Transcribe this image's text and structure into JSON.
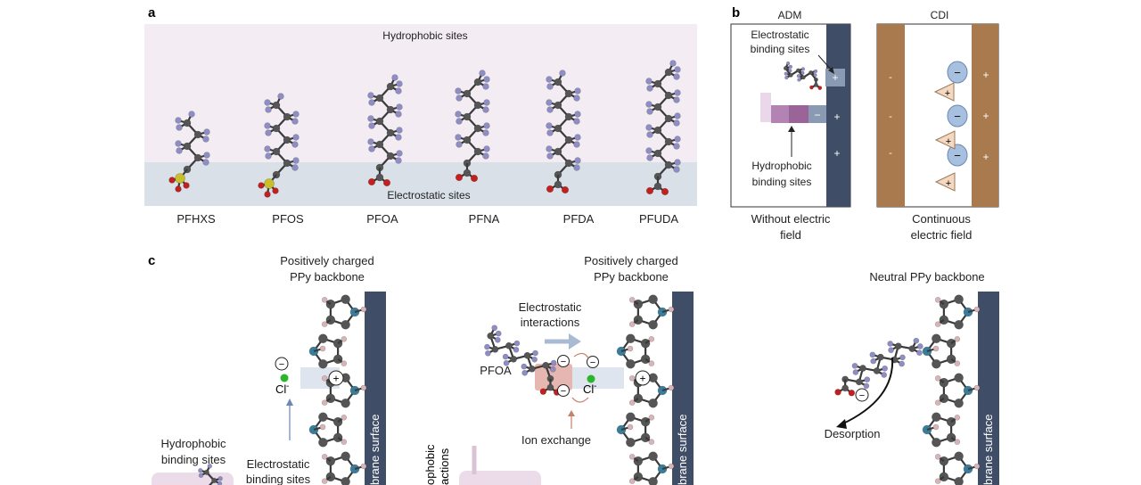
{
  "panel_a": {
    "letter": "a",
    "hydrophobic_label": "Hydrophobic sites",
    "electrostatic_label": "Electrostatic sites",
    "molecules": [
      "PFHXS",
      "PFOS",
      "PFOA",
      "PFNA",
      "PFDA",
      "PFUDA"
    ]
  },
  "panel_b": {
    "letter": "b",
    "adm_title": "ADM",
    "cdi_title": "CDI",
    "electrostatic_binding_label": [
      "Electrostatic",
      "binding sites"
    ],
    "hydrophobic_binding_label": [
      "Hydrophobic",
      "binding sites"
    ],
    "adm_caption": [
      "Without electric",
      "field"
    ],
    "cdi_caption": [
      "Continuous",
      "electric field"
    ],
    "plus": "+",
    "minus": "−",
    "dash": "-"
  },
  "panel_c": {
    "letter": "c",
    "left": {
      "backbone_label": [
        "Positively charged",
        "PPy backbone"
      ],
      "membrane_label": "brane surface",
      "chloride": "Cl",
      "hydrophobic_label": [
        "Hydrophobic",
        "binding sites"
      ],
      "electrostatic_label": [
        "Electrostatic",
        "binding sites"
      ]
    },
    "middle": {
      "backbone_label": [
        "Positively charged",
        "PPy backbone"
      ],
      "electrostatic_interactions": [
        "Electrostatic",
        "interactions"
      ],
      "pfoa": "PFOA",
      "chloride": "Cl",
      "ion_exchange": "Ion exchange",
      "membrane_label": "brane surface",
      "hydrophobic_partial": [
        "ophobic",
        "actions"
      ]
    },
    "right": {
      "backbone_label": "Neutral PPy backbone",
      "desorption": "Desorption",
      "membrane_label": "brane surface"
    }
  },
  "colors": {
    "hydrophobic_band": "#f3ecf3",
    "electrostatic_band": "#d9e0e8",
    "membrane": "#3f4e66",
    "electrode": "#a87a4e",
    "carbon": "#555555",
    "fluorine": "#8e8ec4",
    "oxygen": "#c21f1f",
    "sulfur": "#c9bf2a",
    "nitrogen": "#3a7d9a",
    "hydrogen": "#d9b4b8",
    "chlorine": "#2bb52b"
  }
}
